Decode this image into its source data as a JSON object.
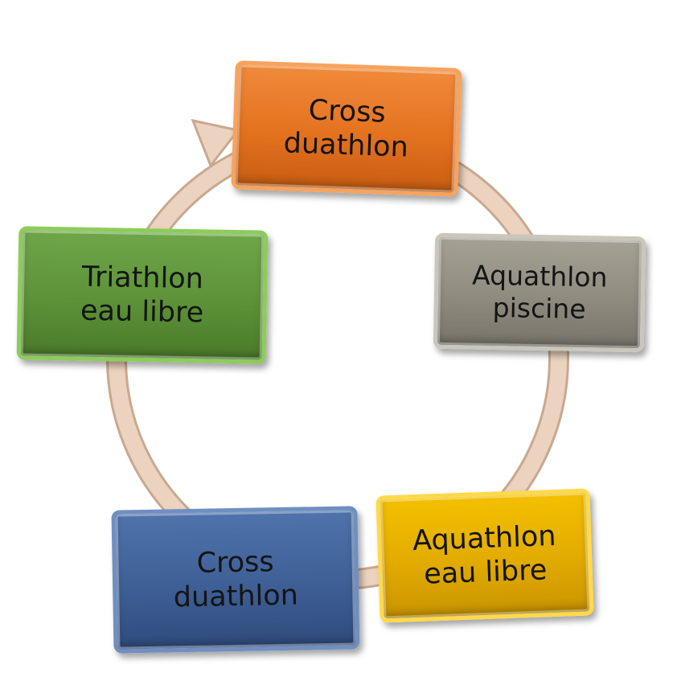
{
  "diagram": {
    "colors": {
      "ring": "#e6c9b3",
      "ring_edge": "#c9a88f",
      "orange": "#e4721f",
      "gray": "#8f8b7f",
      "yellow": "#e2ab00",
      "blue": "#3e5f96",
      "green": "#5d9238"
    },
    "nodes": [
      {
        "line1": "Cross",
        "line2": "duathlon",
        "color": "orange"
      },
      {
        "line1": "Aquathlon",
        "line2": "piscine",
        "color": "gray"
      },
      {
        "line1": "Aquathlon",
        "line2": "eau libre",
        "color": "yellow"
      },
      {
        "line1": "Cross",
        "line2": "duathlon",
        "color": "blue"
      },
      {
        "line1": "Triathlon",
        "line2": "eau libre",
        "color": "green"
      }
    ]
  }
}
